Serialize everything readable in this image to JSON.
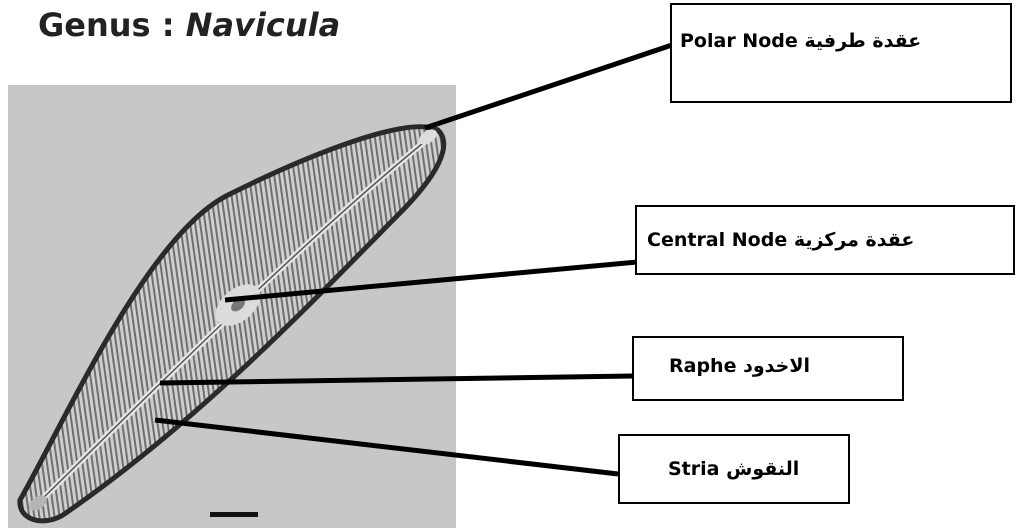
{
  "title": {
    "prefix": "Genus : ",
    "genus": "Navicula"
  },
  "labels": [
    {
      "id": "polar",
      "english": "Polar  Node",
      "arabic": "عقدة طرفية"
    },
    {
      "id": "central",
      "english": "Central  Node",
      "arabic": "عقدة مركزية"
    },
    {
      "id": "raphe",
      "english": "Raphe",
      "arabic": "الاخدود"
    },
    {
      "id": "stria",
      "english": "Stria",
      "arabic": "النقوش"
    }
  ],
  "colors": {
    "photo_background": "#c7c7c7",
    "line": "#000000"
  }
}
